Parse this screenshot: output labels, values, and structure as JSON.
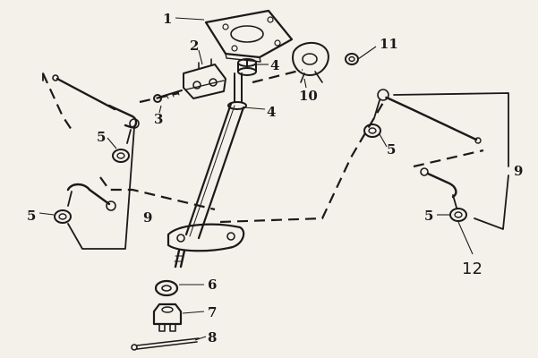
{
  "callouts": {
    "c1": "1",
    "c2": "2",
    "c3": "3",
    "c4a": "4",
    "c4b": "4",
    "c5_left_upper": "5",
    "c5_left_lower": "5",
    "c5_right_upper": "5",
    "c5_right_lower": "5",
    "c6": "6",
    "c7": "7",
    "c8": "8",
    "c9_left": "9",
    "c9_right": "9",
    "c10": "10",
    "c11": "11",
    "c12": "12"
  },
  "colors": {
    "ink": "#1a1a1a",
    "paper": "#f4f1ea"
  }
}
